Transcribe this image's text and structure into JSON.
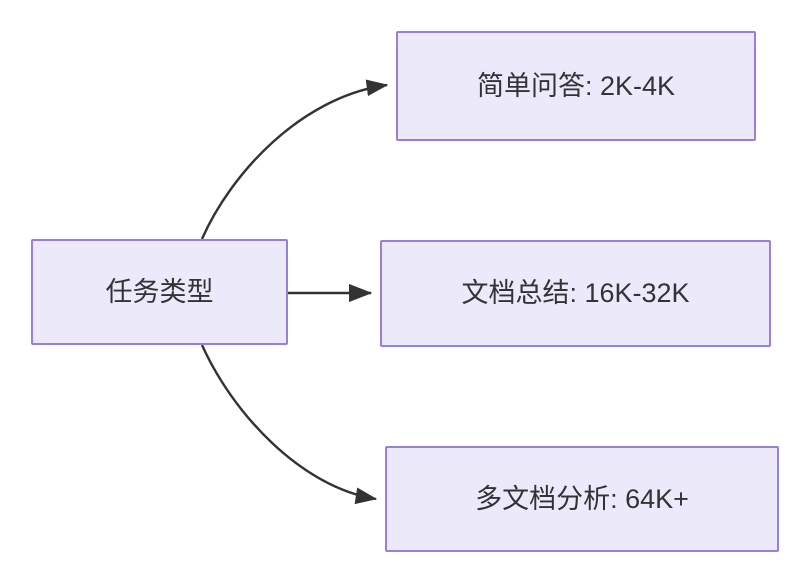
{
  "diagram": {
    "type": "flowchart",
    "direction": "left-to-right",
    "background_color": "#ffffff",
    "node_fill_color": "#ece9fb",
    "node_border_color": "#9a7fd8",
    "node_text_color": "#333333",
    "edge_color": "#333333",
    "nodes": [
      {
        "id": "source",
        "label": "任务类型"
      },
      {
        "id": "simple_qa",
        "label": "简单问答: 2K-4K"
      },
      {
        "id": "doc_summary",
        "label": "文档总结: 16K-32K"
      },
      {
        "id": "multi_doc",
        "label": "多文档分析: 64K+"
      }
    ],
    "edges": [
      {
        "from": "source",
        "to": "simple_qa",
        "label": "",
        "style": "curved-arrow"
      },
      {
        "from": "source",
        "to": "doc_summary",
        "label": "",
        "style": "straight-arrow"
      },
      {
        "from": "source",
        "to": "multi_doc",
        "label": "",
        "style": "curved-arrow"
      }
    ]
  }
}
